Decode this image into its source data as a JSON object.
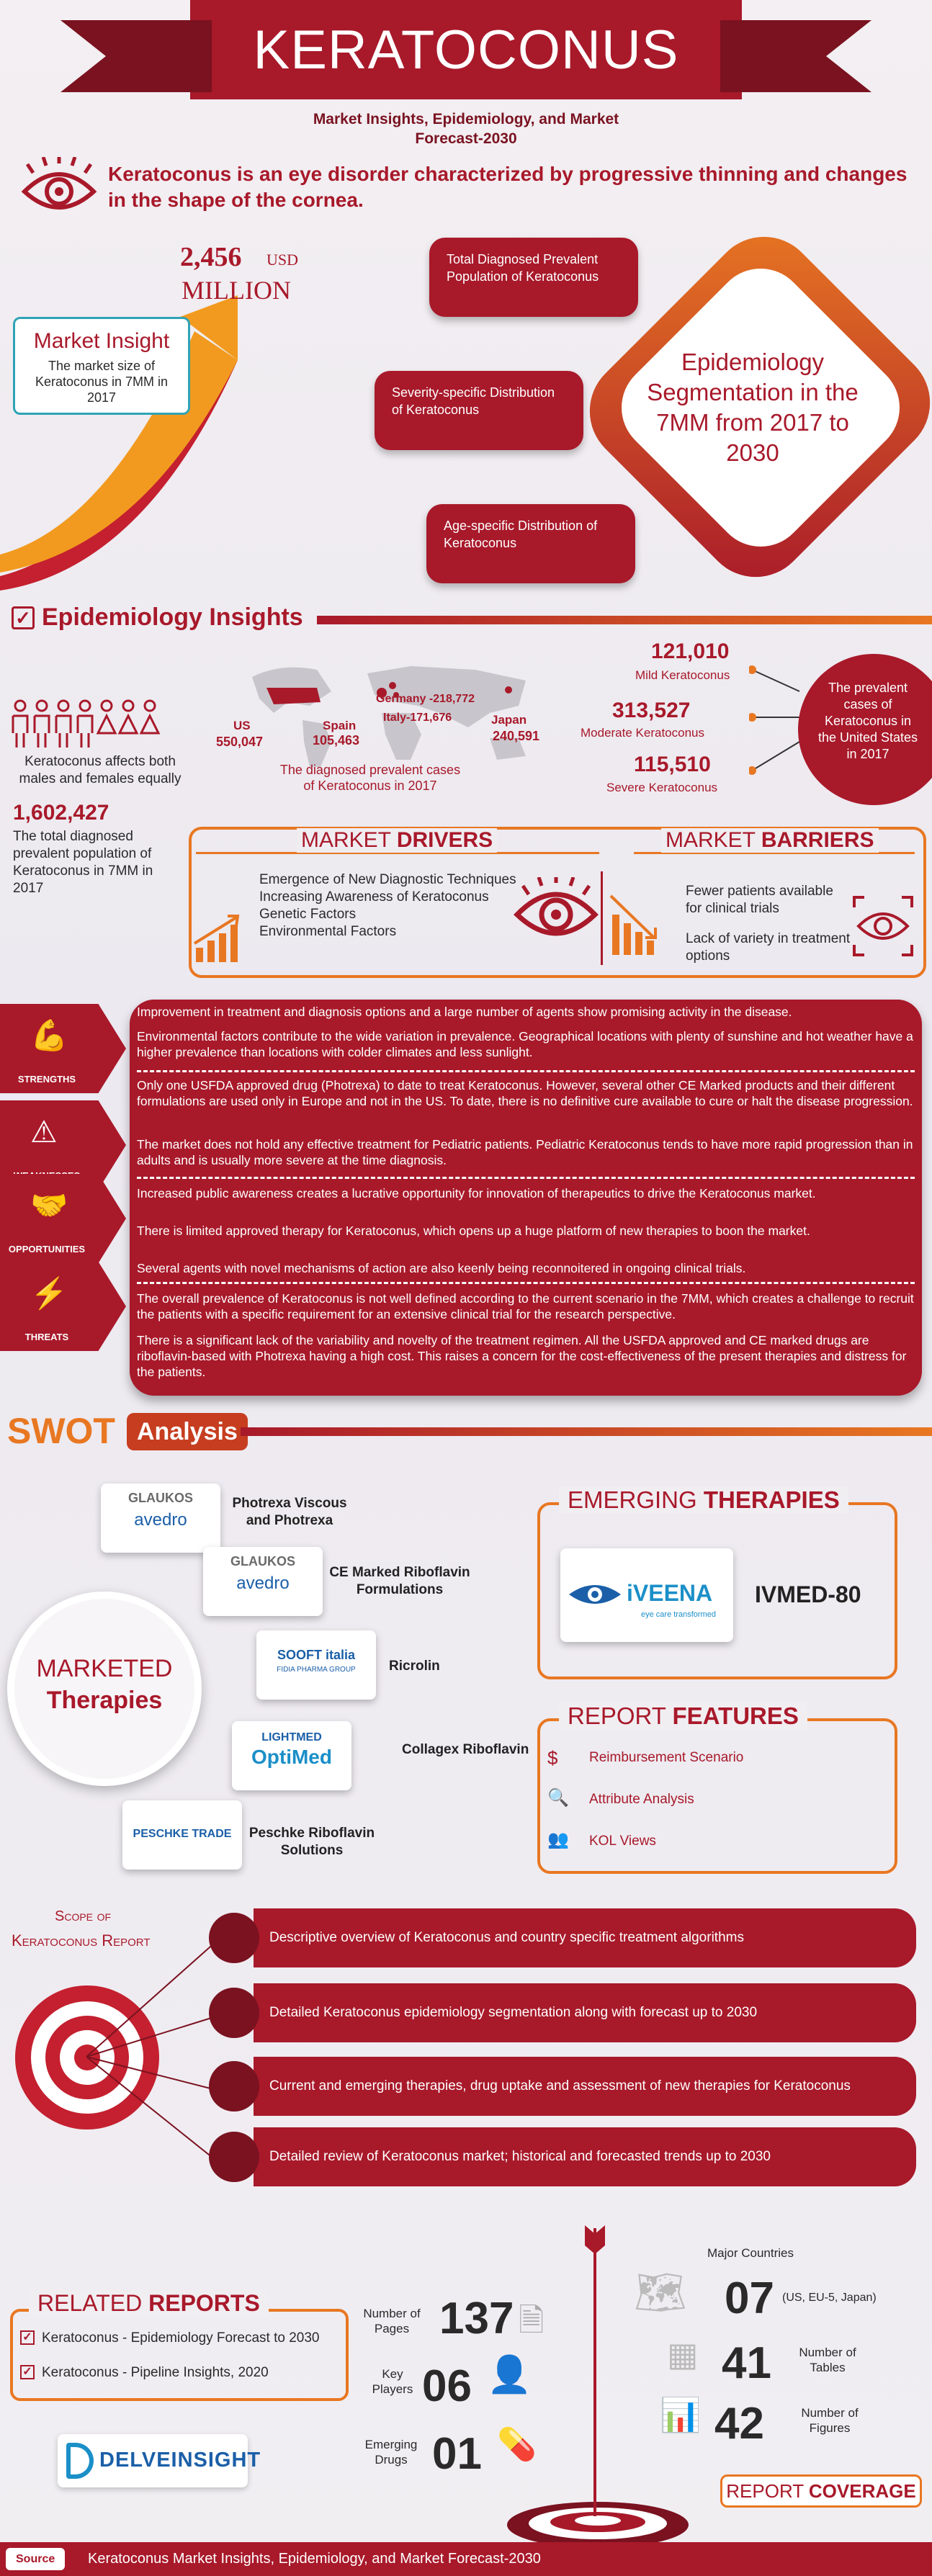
{
  "header": {
    "title": "KERATOCONUS",
    "subtitle_line1": "Market Insights, Epidemiology, and Market",
    "subtitle_line2": "Forecast-2030"
  },
  "intro": {
    "text": "Keratoconus is an eye disorder characterized by progressive thinning and changes in the shape of the cornea."
  },
  "market_insight": {
    "value": "2,456",
    "unit": "USD",
    "unit2": "MILLION",
    "box_title": "Market Insight",
    "box_text": "The market size of Keratoconus in 7MM in 2017"
  },
  "epi_segmentation": {
    "bubble1": "Total Diagnosed Prevalent Population of Keratoconus",
    "bubble2": "Severity-specific Distribution of Keratoconus",
    "bubble3": "Age-specific Distribution of Keratoconus",
    "center": "Epidemiology Segmentation in the 7MM from 2017 to 2030"
  },
  "epi_insights": {
    "title": "Epidemiology Insights",
    "gender_text": "Keratoconus affects both males and females equally",
    "total_value": "1,602,427",
    "total_text": "The total diagnosed prevalent population of Keratoconus in 7MM in 2017",
    "map_caption": "The diagnosed prevalent cases of Keratoconus in 2017",
    "countries": [
      {
        "name": "US",
        "value": "550,047"
      },
      {
        "name": "Spain",
        "value": "105,463"
      },
      {
        "name": "Germany",
        "value": "218,772"
      },
      {
        "name": "Italy",
        "value": "171,676"
      },
      {
        "name": "Japan",
        "value": "240,591"
      }
    ],
    "severity": [
      {
        "value": "121,010",
        "label": "Mild Keratoconus"
      },
      {
        "value": "313,527",
        "label": "Moderate Keratoconus"
      },
      {
        "value": "115,510",
        "label": "Severe Keratoconus"
      }
    ],
    "us_circle": "The prevalent cases of Keratoconus in the United States in 2017"
  },
  "drivers": {
    "title_a": "MARKET ",
    "title_b": "DRIVERS",
    "items": [
      "Emergence of New Diagnostic Techniques",
      "Increasing Awareness of Keratoconus",
      "Genetic Factors",
      "Environmental Factors"
    ]
  },
  "barriers": {
    "title_a": "MARKET ",
    "title_b": "BARRIERS",
    "items": [
      "Fewer patients available for clinical trials",
      "Lack of variety in treatment options"
    ]
  },
  "swot": {
    "labels": [
      "STRENGTHS",
      "WEAKNESSES",
      "OPPORTUNITIES",
      "THREATS"
    ],
    "s1": "Improvement in treatment and diagnosis options and a large number of agents show promising activity in the disease.",
    "s2": "Environmental factors contribute to the wide variation in prevalence. Geographical locations with plenty of sunshine and hot weather have a higher prevalence than locations with colder climates and less sunlight.",
    "w1": "Only one USFDA approved drug (Photrexa) to date to treat Keratoconus. However, several other CE Marked products and their different formulations are used only in Europe and not in the US. To date, there is no definitive cure available to cure or halt the disease progression.",
    "w2": "The market does not hold any effective treatment for Pediatric patients. Pediatric Keratoconus tends to have more rapid progression than in adults and is usually more severe at the time diagnosis.",
    "o1": "Increased public awareness creates a lucrative opportunity for innovation of therapeutics to drive the Keratoconus market.",
    "o2": "There is limited approved therapy for Keratoconus, which opens up a huge platform of new therapies to boon the market.",
    "o3": "Several agents with novel mechanisms of action are also keenly being reconnoitered in ongoing clinical trials.",
    "t1": "The overall prevalence of Keratoconus is not well defined according to the current scenario in the 7MM, which creates a challenge to recruit the patients with a specific requirement for an extensive clinical trial for the research perspective.",
    "t2": "There is a significant lack of the variability and novelty of the treatment regimen. All the USFDA approved and CE marked drugs are riboflavin-based with Photrexa having a high cost. This raises a concern for the cost-effectiveness of the present therapies and distress for the patients.",
    "title_a": "SWOT",
    "title_b": "Analysis"
  },
  "marketed": {
    "circle_a": "MARKETED",
    "circle_b": "Therapies",
    "drugs": [
      {
        "logo1": "GLAUKOS",
        "logo2": "avedro",
        "name": "Photrexa Viscous and Photrexa"
      },
      {
        "logo1": "GLAUKOS",
        "logo2": "avedro",
        "name": "CE Marked Riboflavin Formulations"
      },
      {
        "logo1": "SOOFT italia",
        "logo2": "FIDIA PHARMA GROUP",
        "name": "Ricrolin"
      },
      {
        "logo1": "LIGHTMED",
        "logo2": "OptiMed",
        "name": "Collagex Riboflavin"
      },
      {
        "logo1": "PESCHKE TRADE",
        "logo2": "",
        "name": "Peschke Riboflavin Solutions"
      }
    ]
  },
  "emerging": {
    "title_a": "EMERGING ",
    "title_b": "THERAPIES",
    "logo": "iVEENA",
    "logo_tag": "eye care transformed",
    "drug": "IVMED-80"
  },
  "report_features": {
    "title_a": "REPORT ",
    "title_b": "FEATURES",
    "items": [
      "Reimbursement Scenario",
      "Attribute Analysis",
      "KOL Views"
    ]
  },
  "scope": {
    "title1": "Scope of",
    "title2": "Keratoconus Report",
    "items": [
      "Descriptive overview of Keratoconus and country specific treatment algorithms",
      "Detailed Keratoconus epidemiology segmentation along with forecast up to 2030",
      "Current and emerging therapies, drug uptake and assessment of new therapies for Keratoconus",
      "Detailed review of Keratoconus market; historical and forecasted trends up to 2030"
    ]
  },
  "related": {
    "title_a": "RELATED ",
    "title_b": "REPORTS",
    "items": [
      "Keratoconus - Epidemiology Forecast to 2030",
      "Keratoconus - Pipeline Insights, 2020"
    ]
  },
  "coverage": {
    "pages_num": "137",
    "pages_lbl": "Number of Pages",
    "players_num": "06",
    "players_lbl": "Key Players",
    "drugs_num": "01",
    "drugs_lbl": "Emerging Drugs",
    "countries_num": "07",
    "countries_lbl": "Major Countries",
    "countries_note": "(US, EU-5, Japan)",
    "tables_num": "41",
    "tables_lbl": "Number of Tables",
    "figures_num": "42",
    "figures_lbl": "Number of Figures",
    "title_a": "REPORT ",
    "title_b": "COVERAGE"
  },
  "brand": {
    "logo": "DELVEINSIGHT"
  },
  "footer": {
    "source_label": "Source",
    "text": "Keratoconus Market Insights, Epidemiology, and Market Forecast-2030"
  }
}
